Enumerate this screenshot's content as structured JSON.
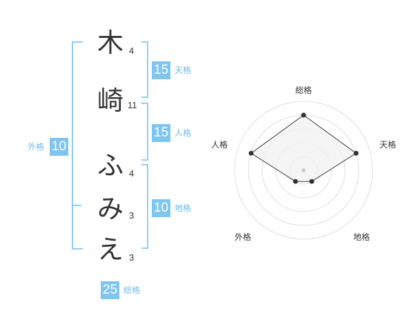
{
  "name": {
    "chars": [
      {
        "char": "木",
        "strokes": "4"
      },
      {
        "char": "崎",
        "strokes": "11"
      },
      {
        "char": "ふ",
        "strokes": "4"
      },
      {
        "char": "み",
        "strokes": "3"
      },
      {
        "char": "え",
        "strokes": "3"
      }
    ]
  },
  "fortunes": {
    "tenkaku": {
      "value": "15",
      "label": "天格"
    },
    "jinkaku": {
      "value": "15",
      "label": "人格"
    },
    "chikaku": {
      "value": "10",
      "label": "地格"
    },
    "gaikaku": {
      "value": "10",
      "label": "外格"
    },
    "soukaku": {
      "value": "25",
      "label": "総格"
    }
  },
  "colors": {
    "accent": "#7ec5ef",
    "bracket": "#8ecdf2",
    "ring": "#dddddd",
    "fill": "#f2f2f2",
    "line": "#333333"
  },
  "chart_data": {
    "type": "radar",
    "axes": [
      "総格",
      "天格",
      "地格",
      "外格",
      "人格"
    ],
    "values": [
      4,
      4,
      1,
      1,
      4
    ],
    "max": 5,
    "rings": 5
  }
}
